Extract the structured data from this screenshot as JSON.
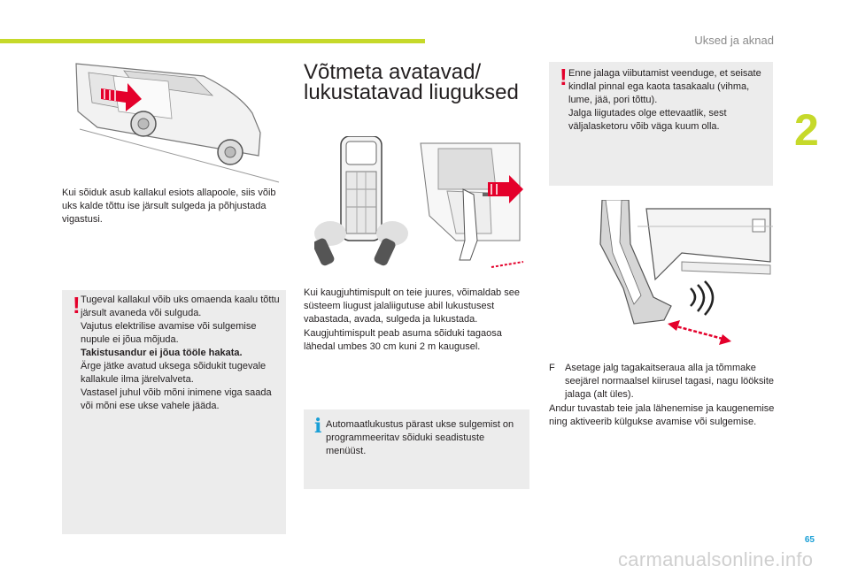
{
  "header": {
    "section": "Uksed ja aknad",
    "chapter": "2",
    "page": "65",
    "watermark": "carmanualsonline.info"
  },
  "left": {
    "intro": "Kui sõiduk asub kallakul esiots allapoole, siis võib uks kalde tõttu ise järsult sulgeda ja põhjustada vigastusi.",
    "warning_lines": [
      "Tugeval kallakul võib uks omaenda kaalu tõttu järsult avaneda või sulguda.",
      "Vajutus elektrilise avamise või sulgemise nupule ei jõua mõjuda.",
      "Takistusandur ei jõua tööle hakata.",
      "Ärge jätke avatud uksega sõidukit tugevale kallakule ilma järelvalveta.",
      "Vastasel juhul võib mõni inimene viga saada või mõni ese ukse vahele jääda."
    ]
  },
  "middle": {
    "title_line1": "Võtmeta avatavad/",
    "title_line2": "lukustatavad liuguksed",
    "para1": "Kui kaugjuhtimispult on teie juures, võimaldab see süsteem liugust jalaliigutuse abil lukustusest vabastada, avada, sulgeda ja lukustada.",
    "para2": "Kaugjuhtimispult peab asuma sõiduki tagaosa lähedal umbes 30 cm kuni 2 m kaugusel.",
    "info": "Automaatlukustus pärast ukse sulgemist on programmeeritav sõiduki seadistuste menüüst."
  },
  "right": {
    "warning_lines": [
      "Enne jalaga viibutamist veenduge, et seisate kindlal pinnal ega kaota tasakaalu (vihma, lume, jää, pori tõttu).",
      "Jalga liigutades olge ettevaatlik, sest väljalasketoru võib väga kuum olla."
    ],
    "step_marker": "F",
    "step": "Asetage jalg tagakaitseraua alla ja tõmmake seejärel normaalsel kiirusel tagasi, nagu lööksite jalaga (alt üles).",
    "para": "Andur tuvastab teie jala lähenemise ja kaugenemise ning aktiveerib külgukse avamise või sulgemise."
  },
  "colors": {
    "accent_green": "#c6d92a",
    "warning_red": "#e4002b",
    "info_blue": "#1a9fd6",
    "box_grey": "#ececec"
  },
  "icons": [
    "warning-exclamation-icon",
    "info-icon",
    "arrow-right-icon",
    "remote-key-icon"
  ]
}
